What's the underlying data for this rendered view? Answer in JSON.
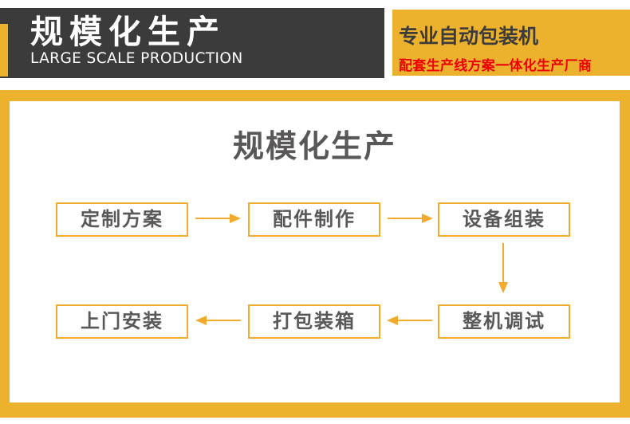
{
  "header": {
    "brand": {
      "title": "规模化生产",
      "subtitle": "LARGE SCALE PRODUCTION"
    },
    "tagline": {
      "title": "专业自动包装机",
      "subtitle": "配套生产线方案一体化生产厂商"
    }
  },
  "main": {
    "title": "规模化生产",
    "flow": {
      "steps": [
        "定制方案",
        "配件制作",
        "设备组装",
        "整机调试",
        "打包装箱",
        "上门安装"
      ]
    }
  },
  "colors": {
    "brand_yellow": "#ecb22e",
    "accent_yellow": "#f3ab2d",
    "header_dark": "#3b3b3b",
    "text_gray": "#595757",
    "highlight_red": "#ee0000",
    "panel_white": "#ffffff"
  }
}
